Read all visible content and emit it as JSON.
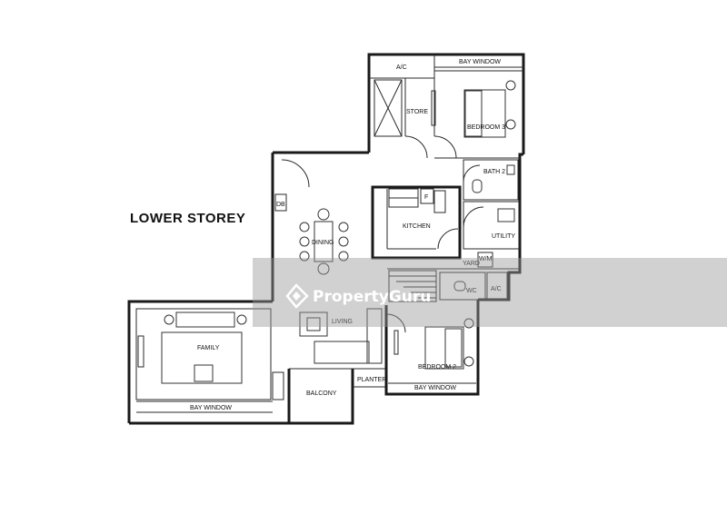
{
  "title": "LOWER STOREY",
  "rooms": {
    "ac_top": "A/C",
    "bay_window_top": "BAY WINDOW",
    "store": "STORE",
    "bedroom3": "BEDROOM 3",
    "bath2": "BATH 2",
    "db": "DB",
    "fridge": "F",
    "kitchen": "KITCHEN",
    "dining": "DINING",
    "utility": "UTILITY",
    "yard": "YARD",
    "wm": "W/M",
    "wc": "WC",
    "ac_mid": "A/C",
    "living": "LIVING",
    "family": "FAMILY",
    "bedroom2": "BEDROOM 2",
    "planter": "PLANTER",
    "bay_window_bed2": "BAY WINDOW",
    "balcony": "BALCONY",
    "bay_window_bottom": "BAY WINDOW"
  },
  "watermark": {
    "text": "PropertyGuru",
    "color": "#9a9a9a"
  },
  "colors": {
    "ink": "#1a1a1a",
    "background": "#ffffff"
  }
}
